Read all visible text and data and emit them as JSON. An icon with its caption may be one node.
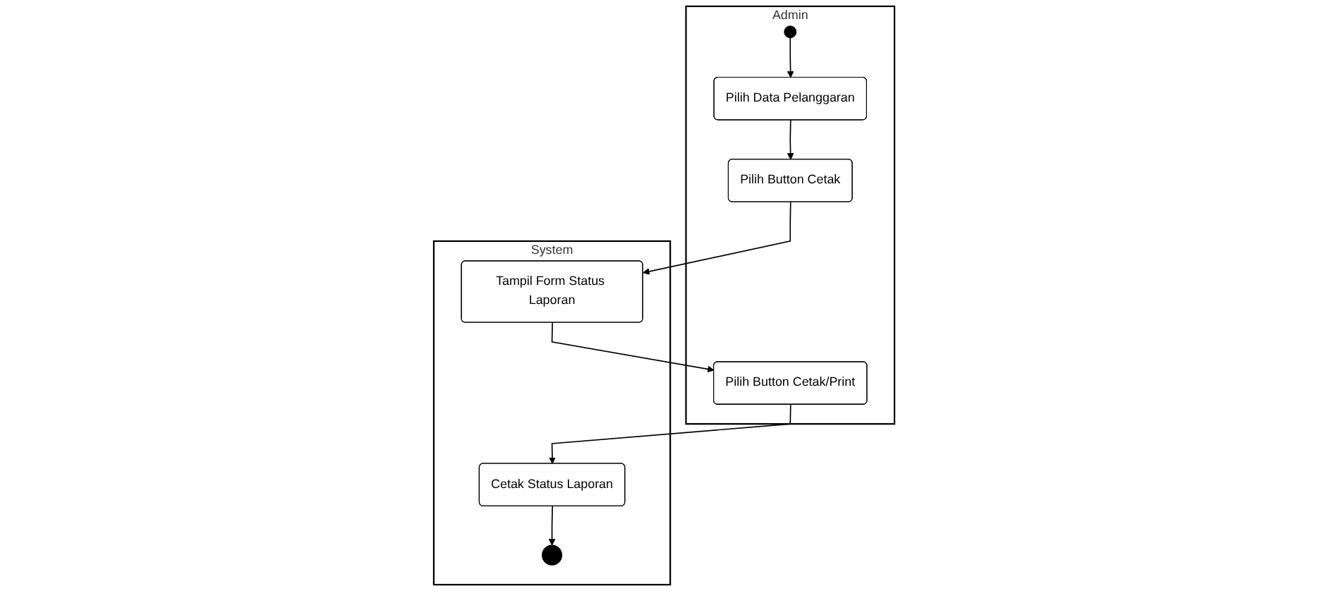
{
  "diagram": {
    "nodes": [
      {
        "text": [
          "Admin"
        ]
      },
      {
        "text": [],
        "shape": "circle",
        "in": 0
      },
      {
        "text": [
          "Pilih Data Pelanggaran"
        ],
        "in": 0
      },
      {
        "text": [
          "Pilih Button Cetak"
        ],
        "in": 0
      },
      {
        "text": [
          "Pilih Button Cetak/Print"
        ],
        "in": 0
      },
      {
        "text": [
          "System"
        ]
      },
      {
        "text": [
          "Tampil Form Status Laporan"
        ],
        "in": 5
      },
      {
        "text": [
          "Cetak Status Laporan"
        ],
        "in": 5
      },
      {
        "text": [],
        "shape": "bullseye",
        "in": 5
      }
    ],
    "edges": [
      {
        "from": 1,
        "to": 2,
        "arrow": "to"
      },
      {
        "from": 2,
        "to": 3,
        "arrow": "to"
      },
      {
        "from": 3,
        "to": 6,
        "arrow": "to"
      },
      {
        "from": 6,
        "to": 4,
        "arrow": "to"
      },
      {
        "from": 4,
        "to": 7,
        "arrow": "to"
      },
      {
        "from": 7,
        "to": 8,
        "arrow": "to"
      }
    ]
  }
}
